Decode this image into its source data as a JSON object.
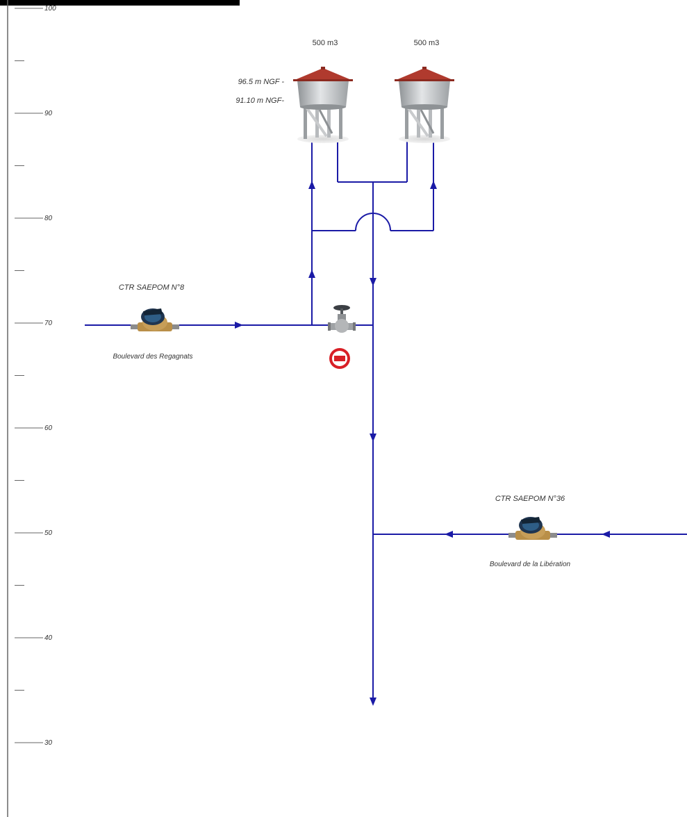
{
  "colors": {
    "pipe": "#1a1aa6",
    "axis": "#666666",
    "tank_roof": "#b03a2e",
    "tank_body": "#b9bcbf",
    "stop_red": "#d81f26",
    "header_bar": "#000000"
  },
  "scale": {
    "ticks": [
      {
        "value": 100,
        "label": "100"
      },
      {
        "value": 95,
        "label": ""
      },
      {
        "value": 90,
        "label": "90"
      },
      {
        "value": 85,
        "label": ""
      },
      {
        "value": 80,
        "label": "80"
      },
      {
        "value": 75,
        "label": ""
      },
      {
        "value": 70,
        "label": "70"
      },
      {
        "value": 65,
        "label": ""
      },
      {
        "value": 60,
        "label": "60"
      },
      {
        "value": 55,
        "label": ""
      },
      {
        "value": 50,
        "label": "50"
      },
      {
        "value": 45,
        "label": ""
      },
      {
        "value": 40,
        "label": "40"
      },
      {
        "value": 35,
        "label": ""
      },
      {
        "value": 30,
        "label": "30"
      }
    ]
  },
  "tanks": [
    {
      "capacity": "500 m3"
    },
    {
      "capacity": "500 m3"
    }
  ],
  "levels": {
    "top": "96.5 m NGF -",
    "bottom": "91.10 m NGF-"
  },
  "meters": [
    {
      "name": "CTR SAEPOM N°8",
      "street": "Boulevard des Regagnats"
    },
    {
      "name": "CTR SAEPOM N°36",
      "street": "Boulevard de la Libération"
    }
  ],
  "icons": {
    "tank": "water-tower-icon",
    "meter": "water-meter-icon",
    "valve": "gate-valve-icon",
    "stop": "stop-sign-icon",
    "arrow": "flow-arrow-icon"
  }
}
